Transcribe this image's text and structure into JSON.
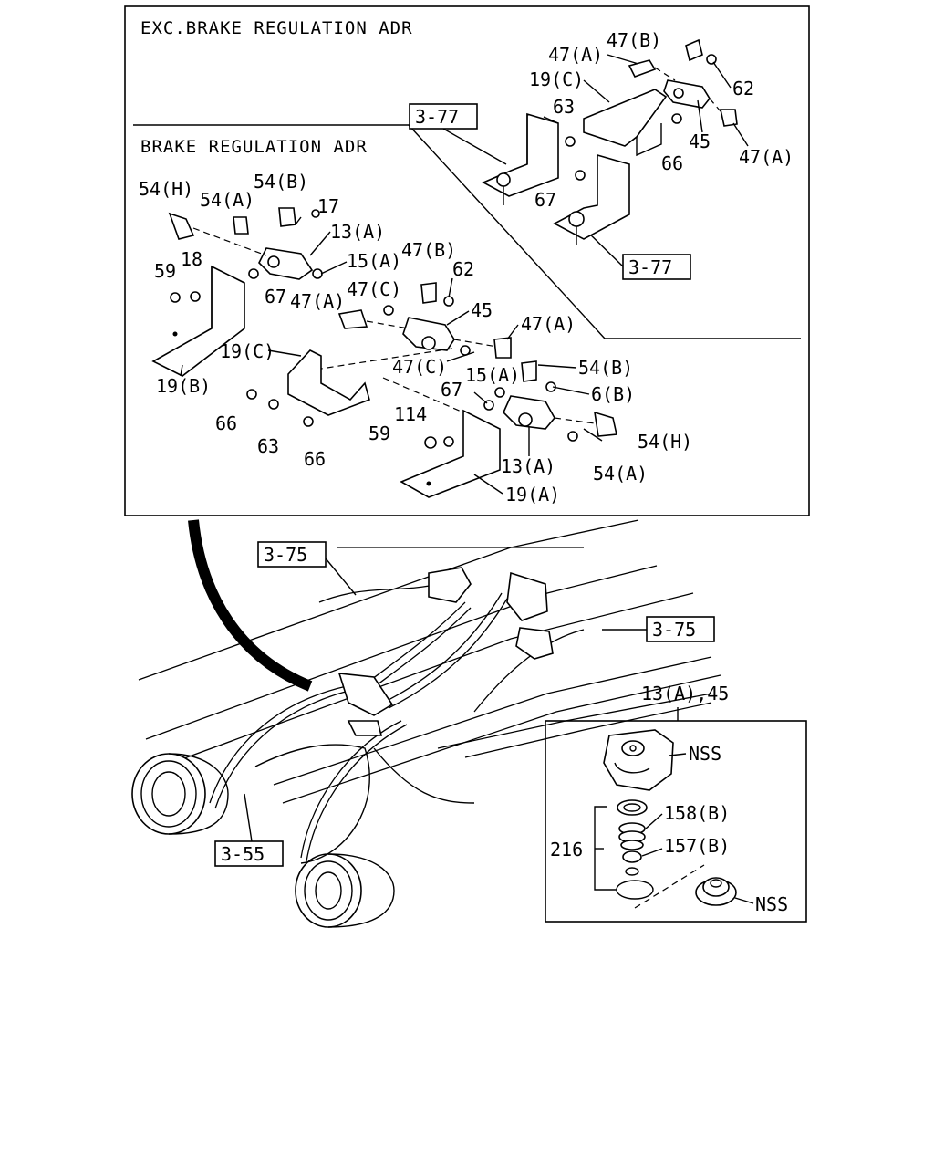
{
  "sections": {
    "exc_title": "EXC.BRAKE REGULATION ADR",
    "brake_title": "BRAKE REGULATION ADR"
  },
  "refs": {
    "r377a": "3-77",
    "r377b": "3-77",
    "r375a": "3-75",
    "r375b": "3-75",
    "r355": "3-55"
  },
  "callouts": {
    "c01": "47(B)",
    "c02": "47(A)",
    "c03": "19(C)",
    "c04": "62",
    "c05": "63",
    "c06": "45",
    "c07": "47(A)",
    "c08": "66",
    "c09": "67",
    "c10": "54(H)",
    "c11": "54(A)",
    "c12": "54(B)",
    "c13": "17",
    "c14": "13(A)",
    "c15": "59",
    "c16": "18",
    "c17": "15(A)",
    "c18": "47(B)",
    "c19": "62",
    "c20": "67",
    "c21": "47(A)",
    "c22": "47(C)",
    "c23": "45",
    "c24": "47(A)",
    "c25": "19(C)",
    "c26": "19(B)",
    "c27": "47(C)",
    "c28": "15(A)",
    "c29": "54(B)",
    "c30": "67",
    "c31": "6(B)",
    "c32": "66",
    "c33": "63",
    "c34": "114",
    "c35": "59",
    "c36": "66",
    "c37": "54(H)",
    "c38": "13(A)",
    "c39": "54(A)",
    "c40": "19(A)"
  },
  "detail": {
    "title": "13(A),45",
    "nss_top": "NSS",
    "p158": "158(B)",
    "p216": "216",
    "p157": "157(B)",
    "nss_bottom": "NSS"
  }
}
